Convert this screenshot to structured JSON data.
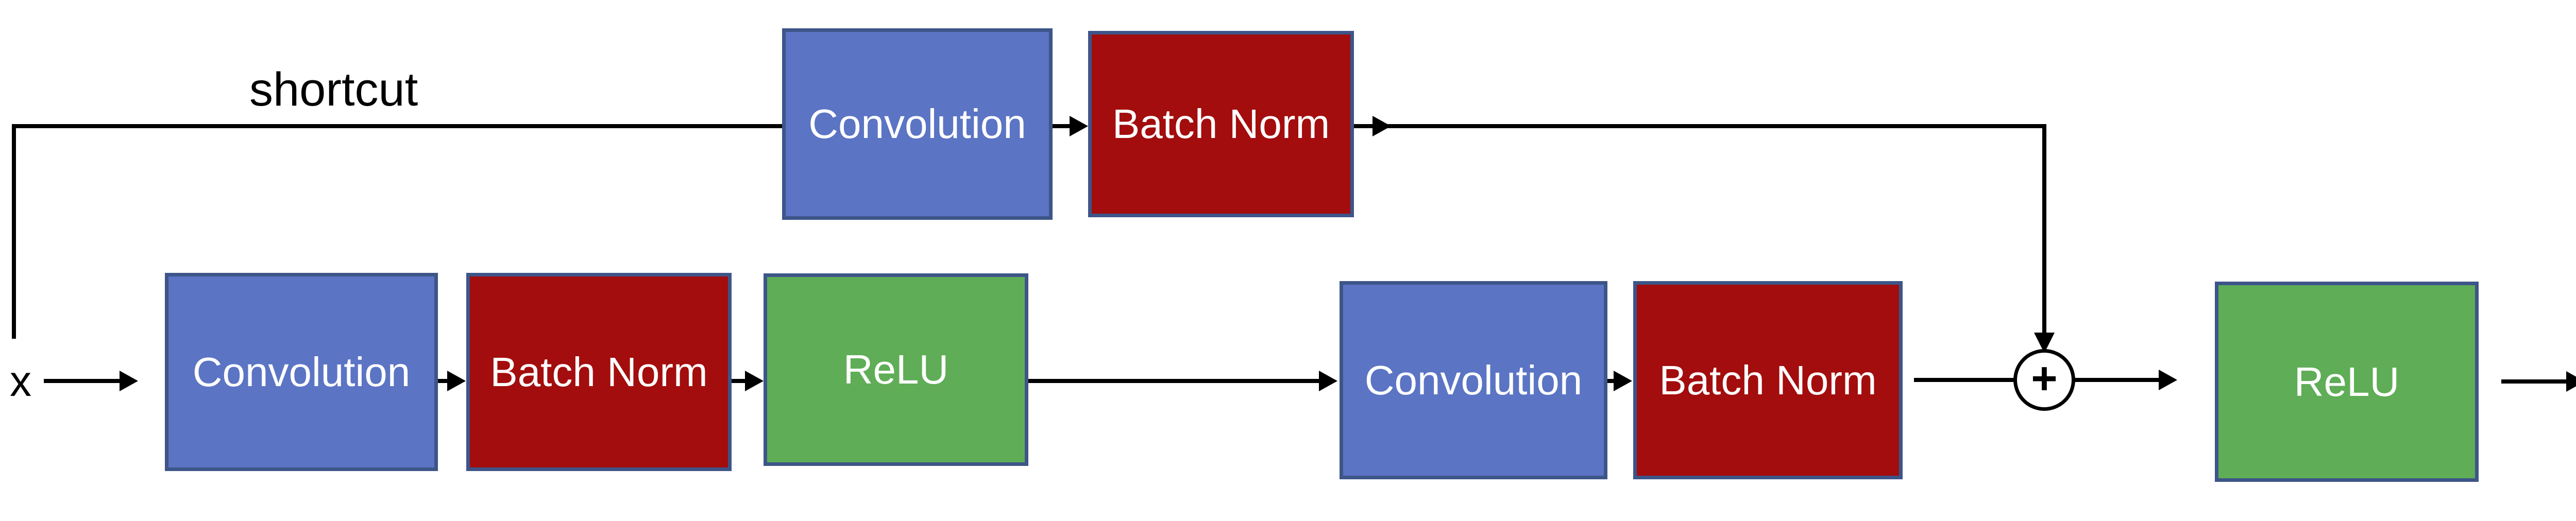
{
  "diagram": {
    "type": "residual-block-flowchart",
    "input_label": "x",
    "shortcut_label": "shortcut",
    "merge_symbol": "+",
    "colors": {
      "convolution": "#5B74C4",
      "batch_norm": "#A30D0D",
      "relu": "#5FAD56",
      "box_border": "#3D5588",
      "connector": "#000000",
      "box_text": "#FFFFFF",
      "background": "#FFFFFF"
    },
    "main_path": [
      {
        "id": "conv1",
        "label": "Convolution",
        "type": "convolution"
      },
      {
        "id": "bn1",
        "label": "Batch Norm",
        "type": "batch_norm"
      },
      {
        "id": "relu1",
        "label": "ReLU",
        "type": "relu"
      },
      {
        "id": "conv2",
        "label": "Convolution",
        "type": "convolution"
      },
      {
        "id": "bn2",
        "label": "Batch Norm",
        "type": "batch_norm"
      }
    ],
    "shortcut_path": [
      {
        "id": "shortcut-conv",
        "label": "Convolution",
        "type": "convolution"
      },
      {
        "id": "shortcut-bn",
        "label": "Batch Norm",
        "type": "batch_norm"
      }
    ],
    "output_block": {
      "id": "relu-out",
      "label": "ReLU",
      "type": "relu"
    }
  }
}
